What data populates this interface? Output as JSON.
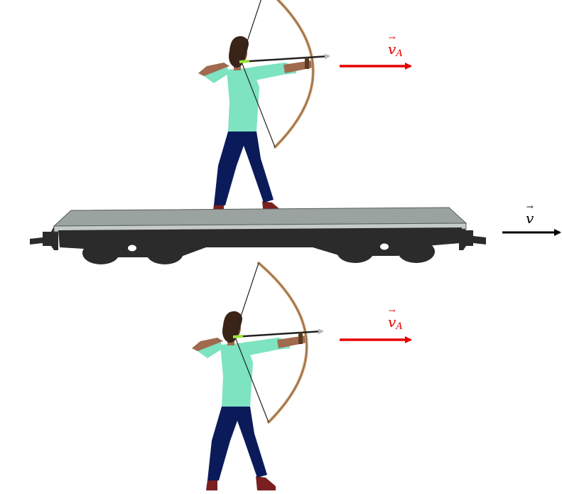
{
  "colors": {
    "archer_velocity_arrow": "#e60000",
    "car_velocity_arrow": "#000000",
    "flatcar_deck": "#9aa3a0",
    "flatcar_body": "#2b2b2b",
    "shirt": "#7de3c0",
    "pants": "#0b1b5a",
    "shoes": "#7a1f1f",
    "skin": "#a06a4e",
    "hair": "#3a2418",
    "bow": "#c89a6a"
  },
  "labels": {
    "archer_velocity_top": {
      "symbol": "v",
      "subscript": "A"
    },
    "car_velocity": {
      "symbol": "v"
    },
    "archer_velocity_bottom": {
      "symbol": "v",
      "subscript": "A"
    }
  }
}
